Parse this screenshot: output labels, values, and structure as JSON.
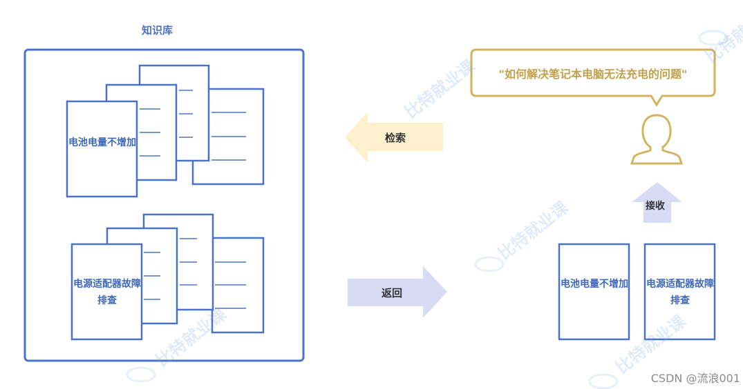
{
  "knowledge_base": {
    "title": "知识库",
    "doc_group_1_label": "电池电量不增加",
    "doc_group_2_label": "电源适配器故障排查"
  },
  "arrows": {
    "retrieve_label": "检索",
    "return_label": "返回",
    "receive_label": "接收"
  },
  "user": {
    "query": "\"如何解决笔记本电脑无法充电的问题\"",
    "icon": "user-icon"
  },
  "results": {
    "doc_1_label": "电池电量不增加",
    "doc_2_label": "电源适配器故障排查"
  },
  "colors": {
    "doc_blue": "#4a72c4",
    "query_gold": "#d4b35e",
    "retrieve_arrow": "#fdf0cc",
    "return_arrow": "#d7dcf4"
  },
  "watermark": {
    "brand": "比特就业课",
    "signature": "CSDN @流浪001"
  }
}
